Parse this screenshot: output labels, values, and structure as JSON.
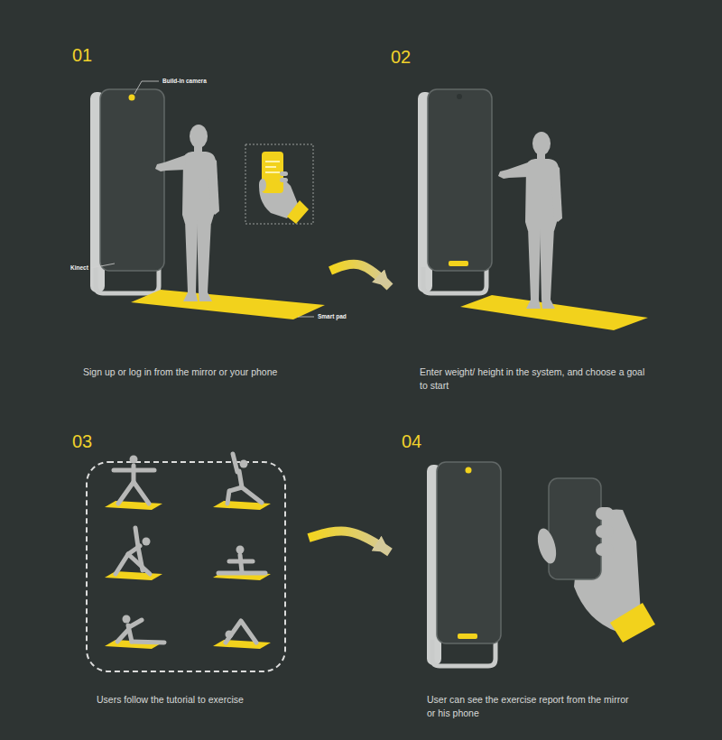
{
  "diagram": {
    "nodes": [
      {
        "text": [
          "01",
          "Sign up or log in from the mirror or your phone"
        ]
      },
      {
        "text": [
          "02",
          "Enter weight/ height in the system, and choose a goal to start"
        ]
      },
      {
        "text": [
          "03",
          "Users follow the tutorial to exercise"
        ]
      },
      {
        "text": [
          "04",
          "User can see the exercise report from the mirror or his phone"
        ]
      }
    ],
    "edges": [
      {
        "from": 0,
        "to": 1,
        "arrow": "to"
      },
      {
        "from": 2,
        "to": 3,
        "arrow": "to"
      }
    ],
    "labels": [
      "Build-in camera",
      "Kinect",
      "Smart pad"
    ]
  }
}
